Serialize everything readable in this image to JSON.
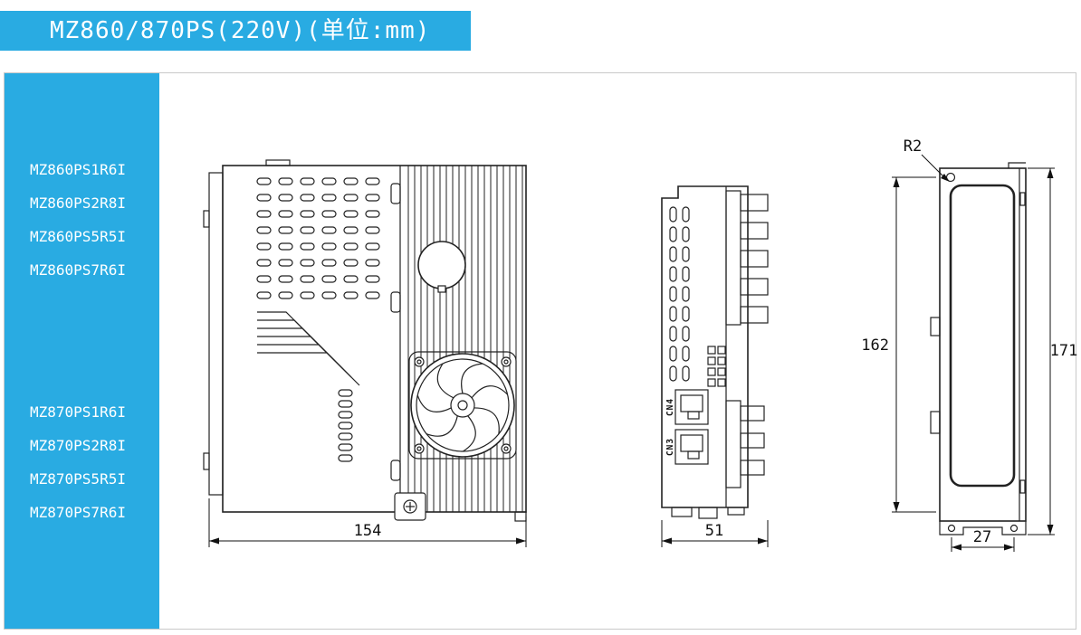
{
  "colors": {
    "accent": "#29abe2",
    "line_color": "#222222",
    "frame_border": "#c9c9c9"
  },
  "header": {
    "title": "MZ860/870PS(220V)(单位:mm)"
  },
  "sidebar": {
    "group1": {
      "items": [
        "MZ860PS1R6I",
        "MZ860PS2R8I",
        "MZ860PS5R5I",
        "MZ860PS7R6I"
      ]
    },
    "group2": {
      "items": [
        "MZ870PS1R6I",
        "MZ870PS2R8I",
        "MZ870PS5R5I",
        "MZ870PS7R6I"
      ]
    }
  },
  "drawing": {
    "front_view": {
      "width_dim": "154"
    },
    "side_view": {
      "width_dim": "51",
      "connector_top": "CN4",
      "connector_bottom": "CN3"
    },
    "rear_view": {
      "corner_radius": "R2",
      "height_inner_dim": "162",
      "height_outer_dim": "171",
      "depth_dim": "27"
    }
  }
}
